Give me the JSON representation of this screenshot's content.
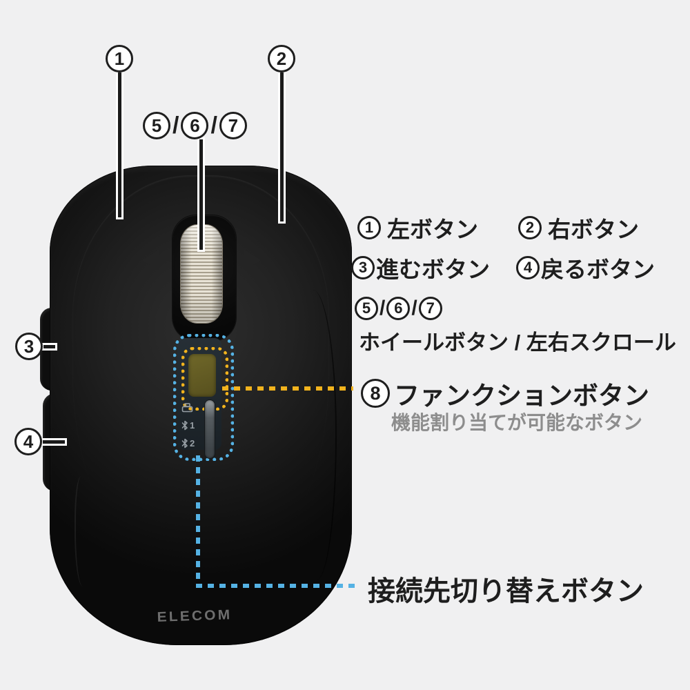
{
  "colors": {
    "background": "#f0f0f1",
    "accent_yellow": "#f2b31d",
    "accent_blue": "#55b2e4",
    "text_dark": "#1e1e1e",
    "subtitle_grey": "#8d8d8d",
    "mouse_body": "#161616",
    "wheel_ivory": "#d9d3c4",
    "function_button_olive": "#665e24",
    "indicator_grey": "#98a0a6",
    "logo_grey": "#6e6e6e"
  },
  "callouts": {
    "n1": "1",
    "n2": "2",
    "n3": "3",
    "n4": "4",
    "n5": "5",
    "n6": "6",
    "n7": "7",
    "n8": "8",
    "slash": "/"
  },
  "legend": {
    "left_button": "左ボタン",
    "right_button": "右ボタン",
    "forward_button": "進むボタン",
    "back_button": "戻るボタン",
    "wheel_label": "ホイールボタン / 左右スクロール",
    "function_label": "ファンクションボタン",
    "function_sub": "機能割り当てが可能なボタン",
    "connect_label": "接続先切り替えボタン"
  },
  "mouse": {
    "brand": "ELECOM",
    "indicators": [
      {
        "name": "usb-receiver-icon",
        "label": ""
      },
      {
        "name": "bluetooth-icon",
        "label": "1"
      },
      {
        "name": "bluetooth-icon",
        "label": "2"
      }
    ]
  }
}
